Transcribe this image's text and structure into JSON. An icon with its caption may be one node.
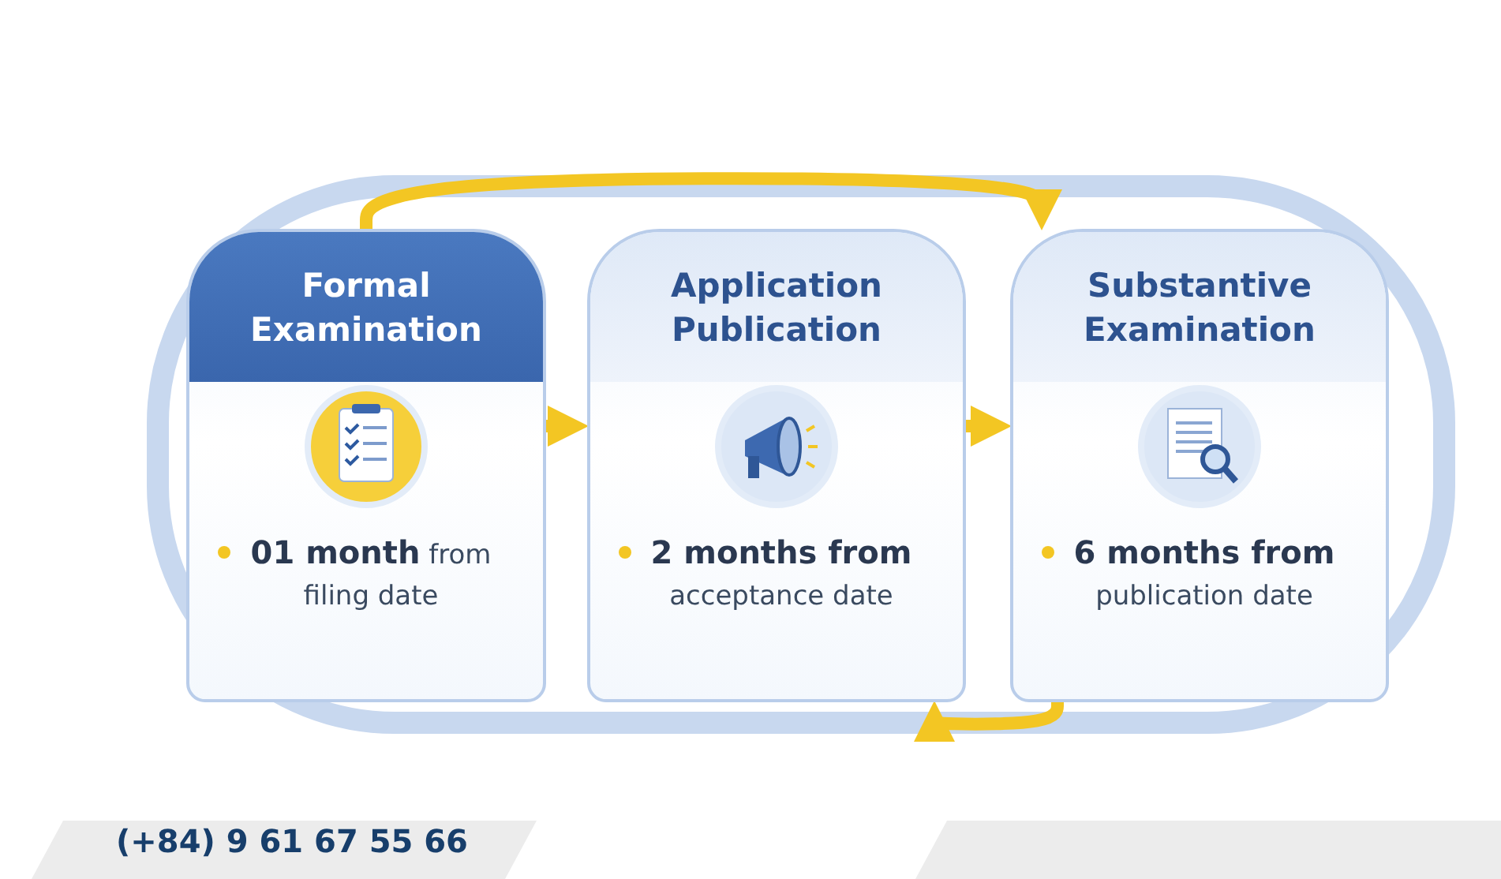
{
  "diagram": {
    "nodes": [
      {
        "text": [
          "Formal Examination",
          "**01 month** from filing date"
        ]
      },
      {
        "text": [
          "Application Publication",
          "**2 months from** acceptance date"
        ]
      },
      {
        "text": [
          "Substantive Examination",
          "**6 months from** publication date"
        ]
      }
    ],
    "edges": [
      {
        "from": 0,
        "to": 1,
        "arrow": "to"
      },
      {
        "from": 1,
        "to": 2,
        "arrow": "to"
      },
      {
        "from": 0,
        "to": 2,
        "arrow": "to"
      },
      {
        "from": 2,
        "to": 1,
        "arrow": "to"
      }
    ],
    "labels": [
      "(+84) 9 61 67 55 66"
    ]
  }
}
